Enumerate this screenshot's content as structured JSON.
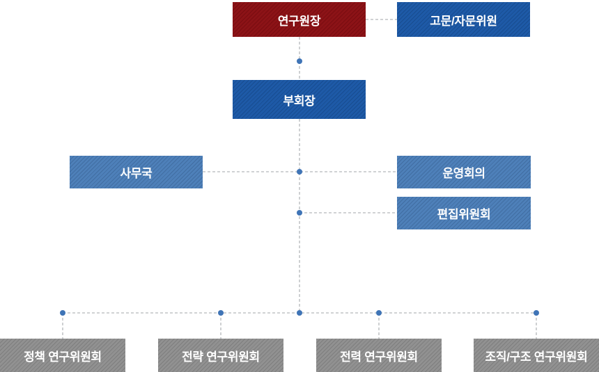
{
  "diagram": {
    "type": "org-chart",
    "nodes": {
      "director": {
        "label": "연구원장",
        "level": 1,
        "color": "#8a0e12"
      },
      "advisors": {
        "label": "고문/자문위원",
        "level": 1,
        "color": "#1a57a5"
      },
      "vice_chairman": {
        "label": "부회장",
        "level": 2,
        "color": "#1a57a5"
      },
      "secretariat": {
        "label": "사무국",
        "level": 3,
        "color": "#4a7db8"
      },
      "steering_meeting": {
        "label": "운영회의",
        "level": 3,
        "color": "#4a7db8"
      },
      "editorial_committee": {
        "label": "편집위원회",
        "level": 3,
        "color": "#4a7db8"
      },
      "policy_committee": {
        "label": "정책 연구위원회",
        "level": 4,
        "color": "#8f8f8f"
      },
      "strategy_committee": {
        "label": "전략 연구위원회",
        "level": 4,
        "color": "#8f8f8f"
      },
      "power_committee": {
        "label": "전력 연구위원회",
        "level": 4,
        "color": "#8f8f8f"
      },
      "org_structure_committee": {
        "label": "조직/구조 연구위원회",
        "level": 4,
        "color": "#8f8f8f"
      }
    },
    "edges": [
      [
        "director",
        "advisors"
      ],
      [
        "director",
        "vice_chairman"
      ],
      [
        "vice_chairman",
        "secretariat"
      ],
      [
        "vice_chairman",
        "steering_meeting"
      ],
      [
        "vice_chairman",
        "editorial_committee"
      ],
      [
        "vice_chairman",
        "policy_committee"
      ],
      [
        "vice_chairman",
        "strategy_committee"
      ],
      [
        "vice_chairman",
        "power_committee"
      ],
      [
        "vice_chairman",
        "org_structure_committee"
      ]
    ],
    "connector_style": {
      "line_color": "#b3b6ba",
      "line_style": "dashed",
      "junction_dot_color": "#3f74b6"
    }
  }
}
